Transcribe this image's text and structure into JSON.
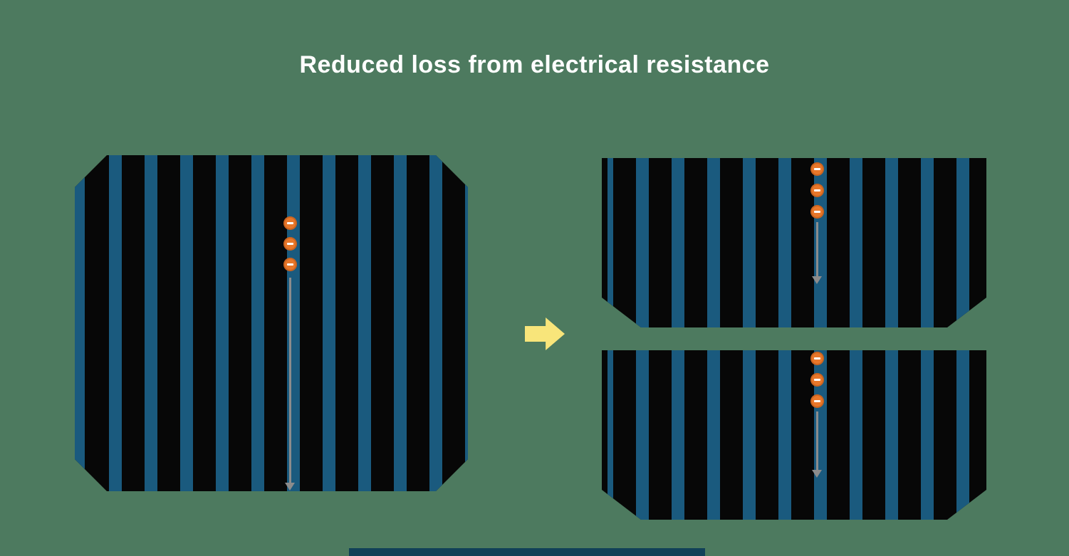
{
  "title": "Reduced loss from electrical resistance",
  "colors": {
    "background_green": "#4d7a5f",
    "cell_black": "#070707",
    "busbar_blue": "#1a5a7e",
    "electron_orange": "#e8772a",
    "flow_arrow_gray": "#8c8c8c",
    "transform_arrow_yellow": "#f8e57a",
    "bottom_strip_teal": "#114158"
  },
  "diagram": {
    "left_panel": "full solar cell with current path down entire cell",
    "right_panels": [
      "top half-cut cell with shorter current path",
      "bottom half-cut cell with shorter current path"
    ],
    "electrons_per_path": 3,
    "icons": {
      "electron": "electron-icon (orange circle with minus)",
      "flow": "down-arrow-icon (gray current path)",
      "transform": "right-arrow-icon (yellow block arrow)"
    }
  }
}
